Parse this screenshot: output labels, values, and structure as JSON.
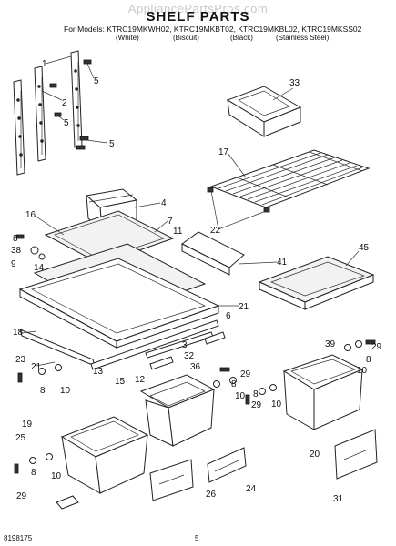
{
  "header": {
    "watermark": "AppliancePartsPros.com",
    "title": "SHELF PARTS",
    "models_prefix": "For Models:",
    "models": "KTRC19MKWH02, KTRC19MKBT02, KTRC19MKBL02, KTRC19MKSS02",
    "colors": [
      "(White)",
      "(Biscuit)",
      "(Black)",
      "(Stainless Steel)"
    ]
  },
  "callouts": {
    "c1": "1",
    "c2": "2",
    "c3": "3",
    "c4": "4",
    "c5a": "5",
    "c5b": "5",
    "c5c": "5",
    "c6": "6",
    "c7": "7",
    "c8a": "8",
    "c8b": "8",
    "c8c": "8",
    "c8d": "8",
    "c8e": "8",
    "c8f": "8",
    "c9": "9",
    "c10a": "10",
    "c10b": "10",
    "c10c": "10",
    "c10d": "10",
    "c11": "11",
    "c12": "12",
    "c13": "13",
    "c14": "14",
    "c15": "15",
    "c16": "16",
    "c17": "17",
    "c18": "18",
    "c19": "19",
    "c20": "20",
    "c21a": "21",
    "c21b": "21",
    "c22": "22",
    "c23": "23",
    "c24": "24",
    "c25": "25",
    "c26": "26",
    "c29a": "29",
    "c29b": "29",
    "c29c": "29",
    "c29d": "29",
    "c31": "31",
    "c32": "32",
    "c33": "33",
    "c36": "36",
    "c38": "38",
    "c39": "39",
    "c41": "41",
    "c45": "45"
  },
  "footer": {
    "doc_number": "8198175",
    "page": "5"
  }
}
